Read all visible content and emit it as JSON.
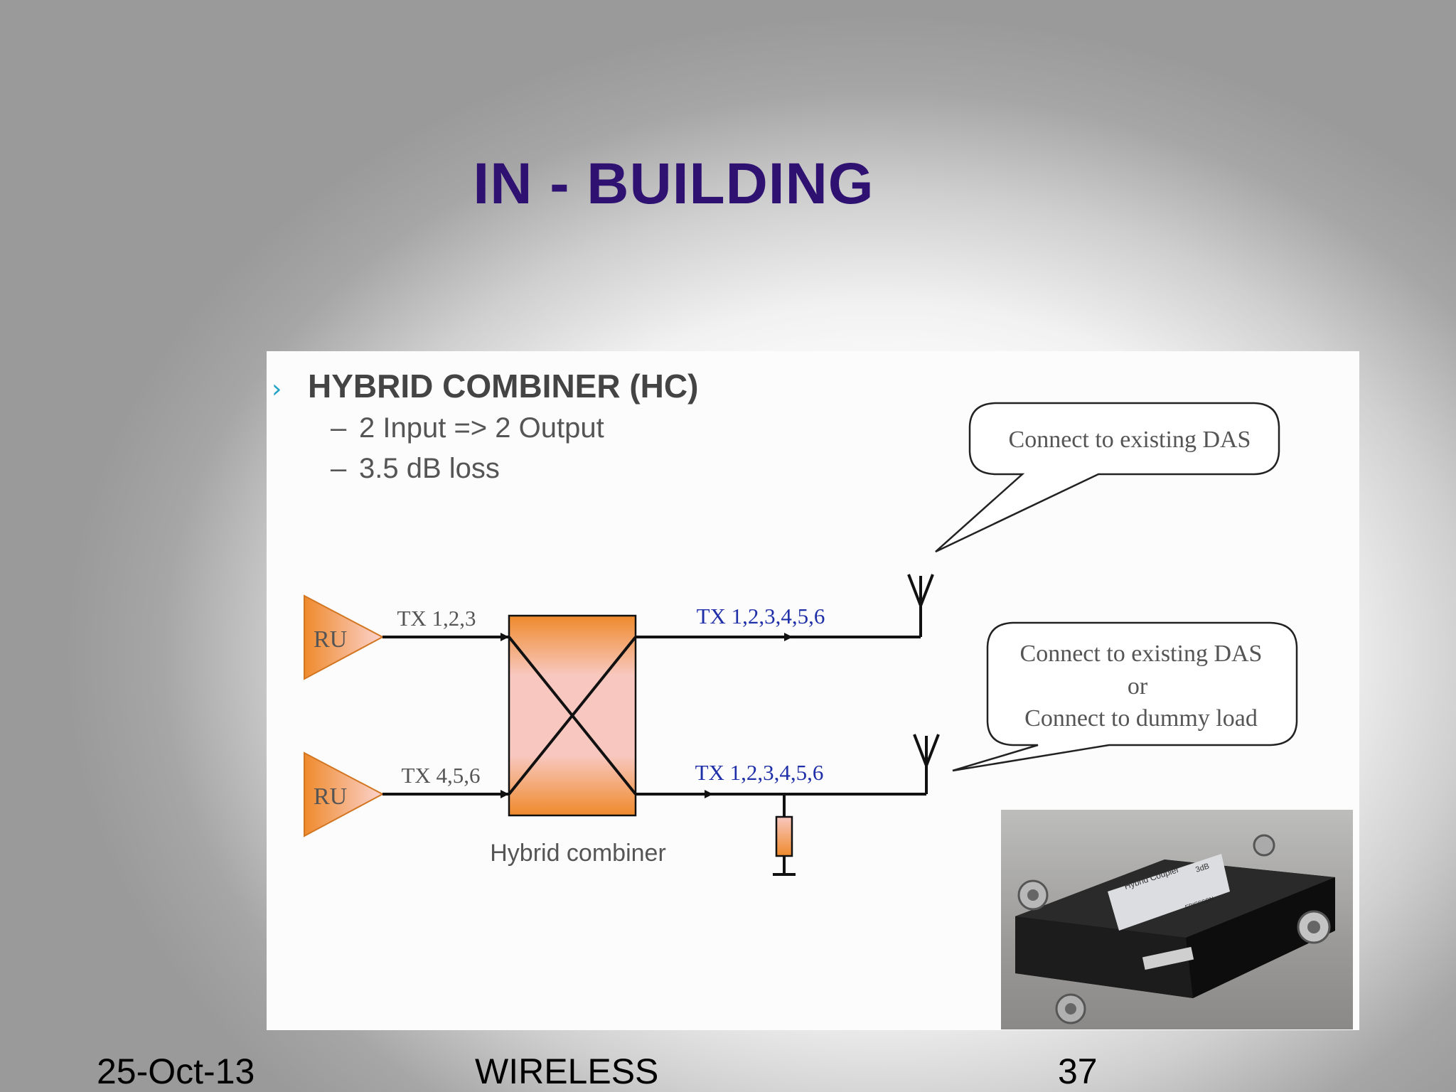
{
  "slide": {
    "title": "IN - BUILDING",
    "bullet": {
      "marker": "›",
      "heading": "HYBRID COMBINER (HC)",
      "sub_items": [
        {
          "dash": "–",
          "text": "2 Input => 2 Output"
        },
        {
          "dash": "–",
          "text": "3.5 dB loss"
        }
      ]
    }
  },
  "diagram": {
    "ru_top_label": "RU",
    "ru_bottom_label": "RU",
    "tx_in_top": "TX 1,2,3",
    "tx_in_bottom": "TX 4,5,6",
    "tx_out_top": "TX 1,2,3,4,5,6",
    "tx_out_bottom": "TX 1,2,3,4,5,6",
    "combiner_label": "Hybrid combiner",
    "callout_top": "Connect to existing DAS",
    "callout_bottom_lines": [
      "Connect to existing DAS",
      "or",
      "Connect to dummy load"
    ],
    "colors": {
      "orange": "#ef8a2c",
      "pink": "#f8c8c0",
      "label_blue": "#1f2fa8",
      "label_gray": "#555555"
    }
  },
  "photo": {
    "label_title": "Hybrid Coupler",
    "label_badge": "3dB",
    "label_brand": "ERICSSON"
  },
  "footer": {
    "date": "25-Oct-13",
    "center": "WIRELESS",
    "page": "37"
  }
}
